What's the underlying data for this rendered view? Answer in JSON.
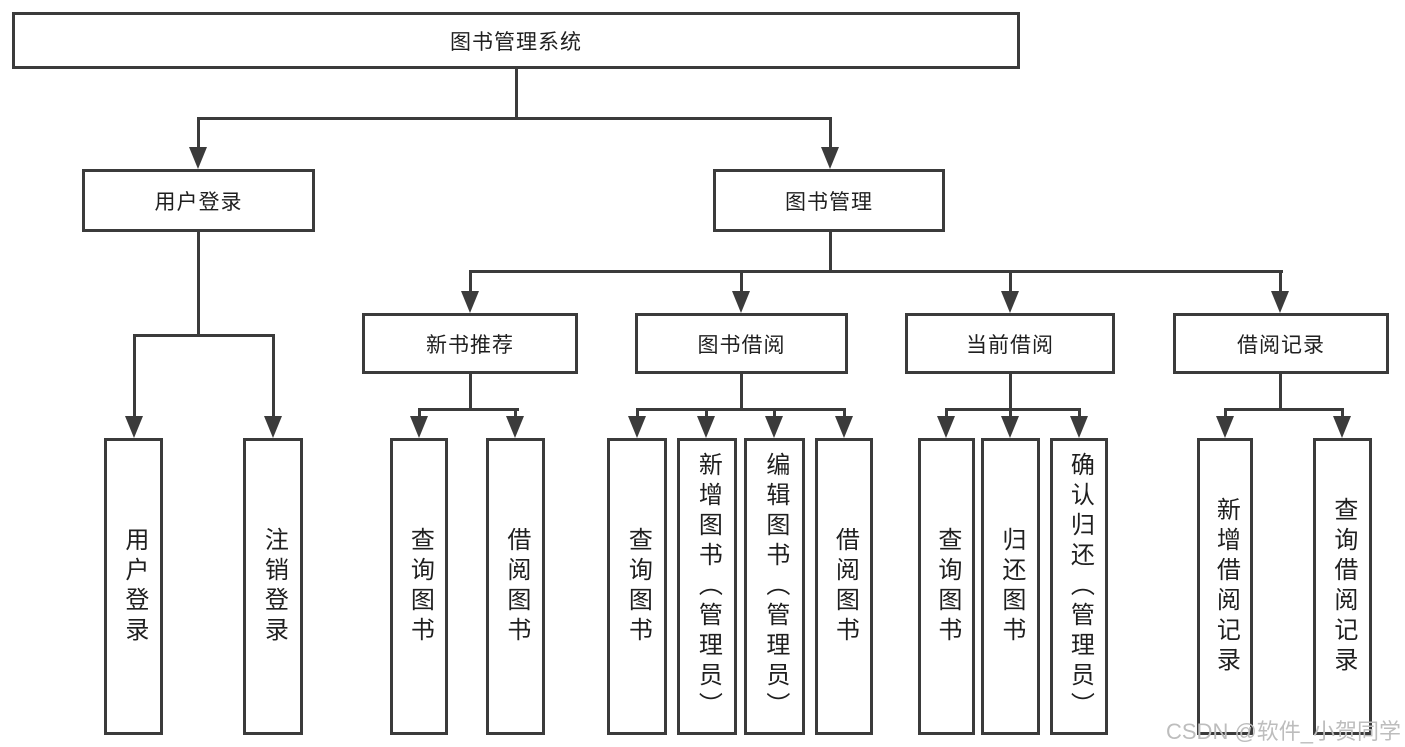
{
  "watermark": "CSDN @软件_小贺同学",
  "colors": {
    "line": "#3b3b3b",
    "box_border": "#3b3b3b",
    "text": "#1f1f1f",
    "watermark_text": "#bdbdbd",
    "background": "#ffffff"
  },
  "tree": {
    "root": {
      "label": "图书管理系统"
    },
    "branches": [
      {
        "label": "用户登录",
        "children": [
          {
            "label": "用户登录"
          },
          {
            "label": "注销登录"
          }
        ]
      },
      {
        "label": "图书管理",
        "children": [
          {
            "label": "新书推荐",
            "children": [
              {
                "label": "查询图书"
              },
              {
                "label": "借阅图书"
              }
            ]
          },
          {
            "label": "图书借阅",
            "children": [
              {
                "label": "查询图书"
              },
              {
                "label": "新增图书（管理员）"
              },
              {
                "label": "编辑图书（管理员）"
              },
              {
                "label": "借阅图书"
              }
            ]
          },
          {
            "label": "当前借阅",
            "children": [
              {
                "label": "查询图书"
              },
              {
                "label": "归还图书"
              },
              {
                "label": "确认归还（管理员）"
              }
            ]
          },
          {
            "label": "借阅记录",
            "children": [
              {
                "label": "新增借阅记录"
              },
              {
                "label": "查询借阅记录"
              }
            ]
          }
        ]
      }
    ]
  }
}
